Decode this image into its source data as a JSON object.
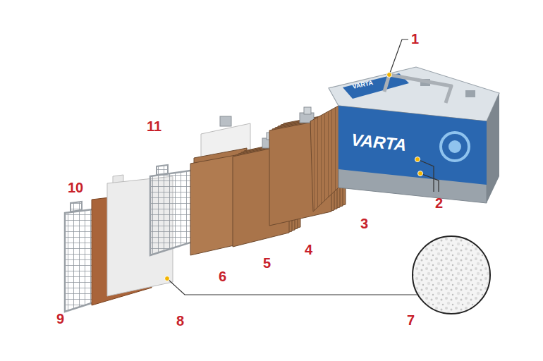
{
  "diagram": {
    "labels": [
      "1",
      "2",
      "3",
      "4",
      "5",
      "6",
      "7",
      "8",
      "9",
      "10",
      "11",
      "VARTA",
      "VARTA"
    ]
  }
}
